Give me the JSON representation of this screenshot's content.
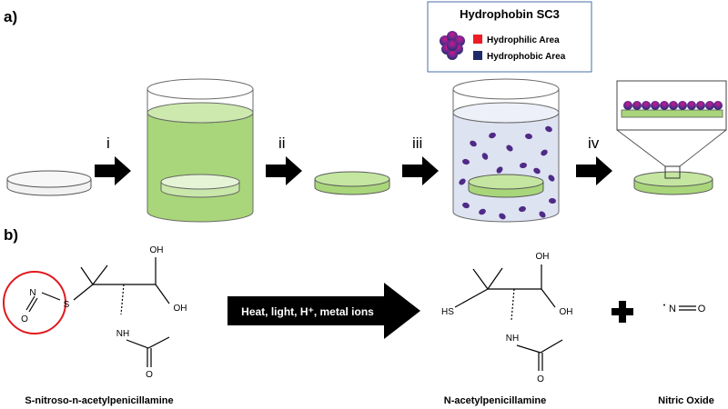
{
  "panel_a": {
    "label": "a)",
    "steps": [
      "i",
      "ii",
      "iii",
      "iv"
    ],
    "legend": {
      "title": "Hydrophobin SC3",
      "items": [
        {
          "label": "Hydrophilic Area",
          "color": "#ee1c24"
        },
        {
          "label": "Hydrophobic Area",
          "color": "#1f2a6b"
        }
      ]
    },
    "colors": {
      "solution_green": "#a9d67a",
      "disc_green": "#b7e08f",
      "protein_purple": "#5b2a86",
      "solution_blue": "#dde3f1"
    }
  },
  "panel_b": {
    "label": "b)",
    "reaction_conditions": "Heat, light, H⁺, metal ions",
    "reactant": {
      "name": "S-nitroso-n-acetylpenicillamine",
      "atoms": {
        "nitrogen": "N",
        "oxygen": "O",
        "sulfur": "S",
        "hydroxyl_top": "OH",
        "hydroxyl_right": "OH",
        "amine": "NH",
        "carbonyl_oxygen": "O"
      }
    },
    "product_1": {
      "name": "N-acetylpenicillamine",
      "atoms": {
        "thiol": "HS",
        "hydroxyl_top": "OH",
        "hydroxyl_right": "OH",
        "amine": "NH",
        "carbonyl_oxygen": "O"
      }
    },
    "plus_sign": "+",
    "product_2": {
      "name": "Nitric Oxide",
      "radical": "•",
      "nitrogen": "N",
      "oxygen": "O"
    }
  }
}
